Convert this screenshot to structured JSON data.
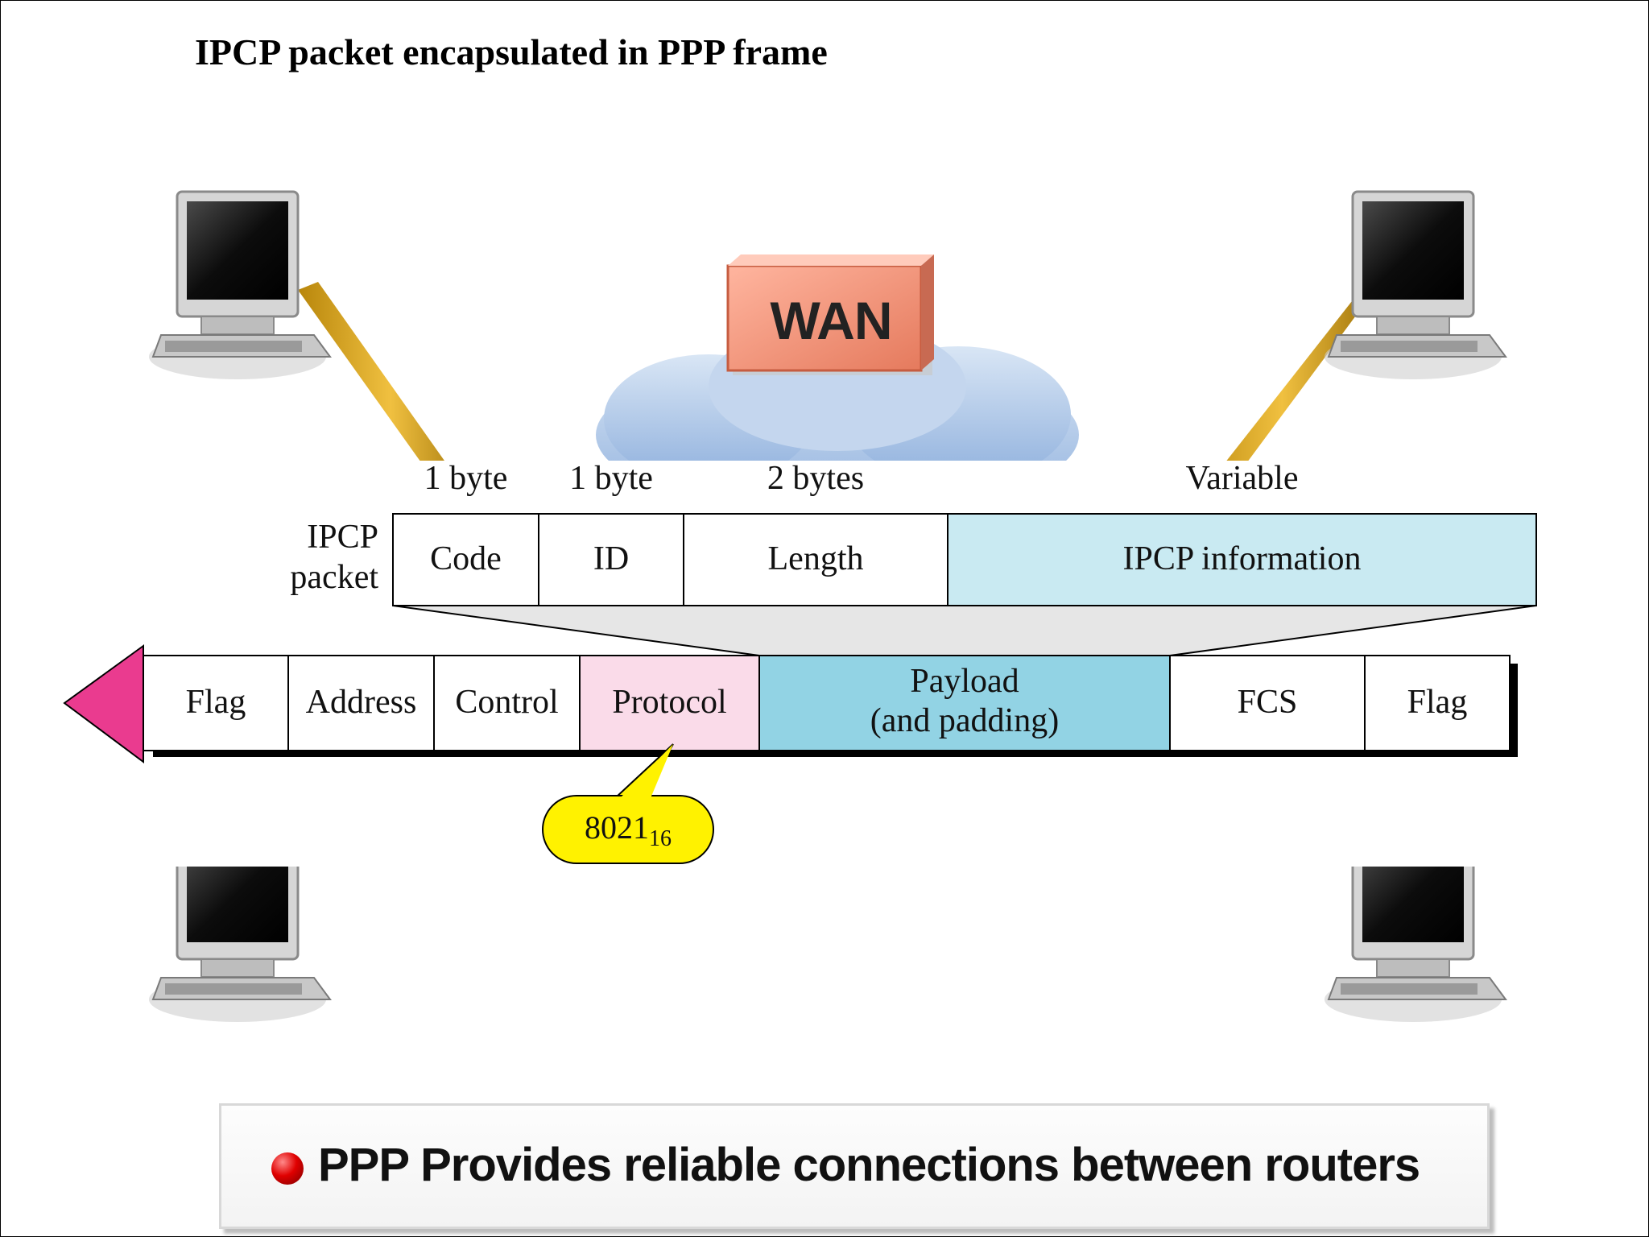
{
  "title": "IPCP packet encapsulated in PPP frame",
  "wan_label": "WAN",
  "ipcp_packet": {
    "label_line1": "IPCP",
    "label_line2": "packet",
    "sizes": [
      "1 byte",
      "1 byte",
      "2 bytes",
      "Variable"
    ],
    "fields": [
      "Code",
      "ID",
      "Length",
      "IPCP information"
    ]
  },
  "ppp_frame": {
    "fields": [
      "Flag",
      "Address",
      "Control",
      "Protocol",
      "Payload",
      "(and padding)",
      "FCS",
      "Flag"
    ]
  },
  "protocol_value": {
    "number": "8021",
    "base": "16"
  },
  "bullet": {
    "text": "PPP Provides reliable connections between routers"
  },
  "colors": {
    "ipcp_info_fill": "#c9eaf2",
    "payload_fill": "#92d3e4",
    "protocol_fill": "#fadbe9",
    "arrow_fill": "#ea3b8f",
    "callout_fill": "#fff200",
    "wan_fill": "#f2957b"
  }
}
